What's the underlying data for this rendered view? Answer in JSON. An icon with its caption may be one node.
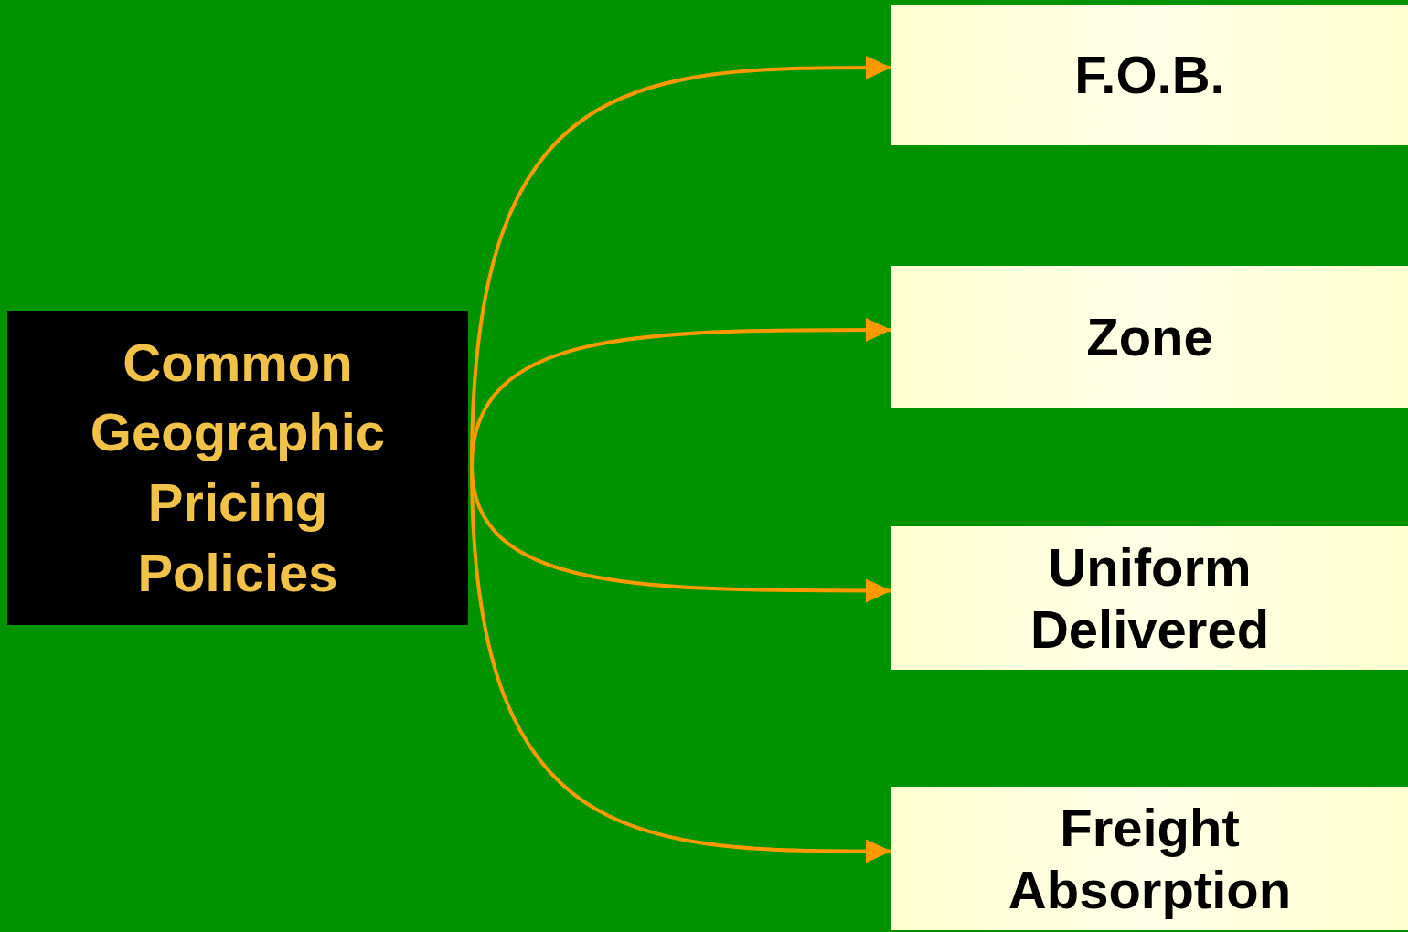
{
  "diagram": {
    "nodes": [
      {
        "text": [
          "Common Geographic Pricing Policies"
        ]
      },
      {
        "text": [
          "F.O.B."
        ]
      },
      {
        "text": [
          "Zone"
        ]
      },
      {
        "text": [
          "Uniform Delivered"
        ]
      },
      {
        "text": [
          "Freight Absorption"
        ]
      }
    ],
    "edges": [
      {
        "from": 0,
        "to": 1,
        "arrow": "to"
      },
      {
        "from": 0,
        "to": 2,
        "arrow": "to"
      },
      {
        "from": 0,
        "to": 3,
        "arrow": "to"
      },
      {
        "from": 0,
        "to": 4,
        "arrow": "to"
      }
    ]
  }
}
